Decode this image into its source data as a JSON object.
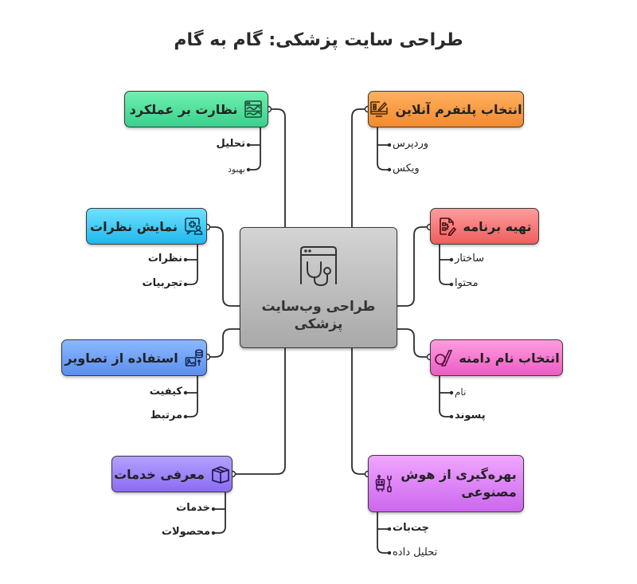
{
  "title": "طراحی سایت پزشکی: گام به گام",
  "center": {
    "label": "طراحی وب‌سایت پزشکی",
    "icon": "stethoscope-browser-icon"
  },
  "branches": [
    {
      "id": "monitoring",
      "label": "نظارت بر عملکرد",
      "icon": "analytics-dashboard-icon",
      "color": "#3ad08c",
      "children": [
        "تحلیل",
        "بهبود"
      ]
    },
    {
      "id": "platform",
      "label": "انتخاب پلتفرم آنلاین",
      "icon": "monitor-edit-icon",
      "color": "#f28a2e",
      "children": [
        "وردپرس",
        "ویکس"
      ]
    },
    {
      "id": "reviews",
      "label": "نمایش نظرات",
      "icon": "medical-chat-user-icon",
      "color": "#1eb8ec",
      "children": [
        "نظرات",
        "تجربیات"
      ]
    },
    {
      "id": "program",
      "label": "تهیه برنامه",
      "icon": "document-flow-edit-icon",
      "color": "#ee5e5e",
      "children": [
        "ساختار",
        "محتوا"
      ]
    },
    {
      "id": "images",
      "label": "استفاده از تصاویر",
      "icon": "image-database-icon",
      "color": "#5b8ef0",
      "children": [
        "کیفیت",
        "مرتبط"
      ]
    },
    {
      "id": "domain",
      "label": "انتخاب نام دامنه",
      "icon": "domain-link-icon",
      "color": "#ec5cc4",
      "children": [
        "نام",
        "پسوند"
      ]
    },
    {
      "id": "services",
      "label": "معرفی خدمات",
      "icon": "box-icon",
      "color": "#8a6cf2",
      "children": [
        "خدمات",
        "محصولات"
      ]
    },
    {
      "id": "ai",
      "label": "بهره‌گیری از هوش مصنوعی",
      "label_line1": "بهره‌گیری از هوش",
      "label_line2": "مصنوعی",
      "icon": "robot-tool-icon",
      "color": "#cc66ee",
      "children": [
        "چت‌بات",
        "تحلیل داده"
      ]
    }
  ]
}
